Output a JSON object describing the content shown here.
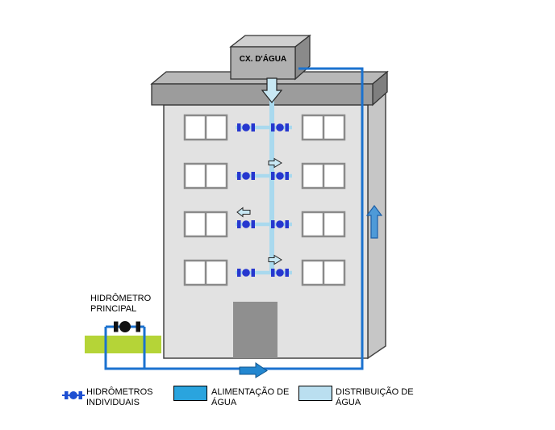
{
  "labels": {
    "tank": "CX. D'ÁGUA",
    "main_meter": "HIDRÔMETRO\nPRINCIPAL"
  },
  "legend": {
    "items": [
      {
        "id": "individual-meters",
        "label": "HIDRÔMETROS\nINDIVIDUAIS",
        "swatch": "meter-icon",
        "color": "#1d4fd2"
      },
      {
        "id": "water-supply",
        "label": "ALIMENTAÇÃO DE\nÁGUA",
        "swatch": "rect",
        "color": "#2aa4de"
      },
      {
        "id": "water-distribution",
        "label": "DISTRIBUIÇÃO DE\nÁGUA",
        "swatch": "rect",
        "color": "#badff0"
      }
    ]
  },
  "colors": {
    "supply_pipe": "#1b72cf",
    "distribution_pipe": "#a9d9ee",
    "building_front": "#e2e2e2",
    "building_side": "#c6c6c6",
    "roof_front": "#9c9c9c",
    "roof_top": "#b8b8b8",
    "roof_side": "#7f7f7f",
    "tank_front": "#b0b0b0",
    "tank_top": "#d0d0d0",
    "tank_side": "#8a8a8a",
    "door": "#8f8f8f",
    "grass": "#b5d437",
    "individual_meter": "#2637cf",
    "main_meter": "#111111",
    "light_arrow_fill": "#c8e8f4"
  }
}
